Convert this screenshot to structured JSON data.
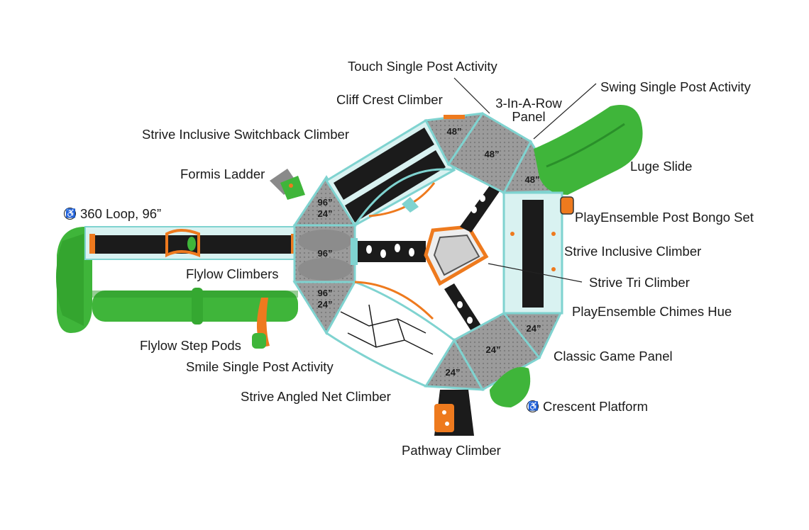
{
  "colors": {
    "green": "#3fb53a",
    "green_dark": "#2a8f2a",
    "orange": "#ee7a1e",
    "gray": "#9a9a9a",
    "gray_dark": "#6e6e6e",
    "black": "#1b1b1b",
    "cyan": "#7fd3d0",
    "leader": "#222222"
  },
  "labels": {
    "touch_single_post": "Touch Single Post Activity",
    "cliff_crest": "Cliff Crest Climber",
    "three_in_a_row_line1": "3-In-A-Row",
    "three_in_a_row_line2": "Panel",
    "swing_single_post": "Swing Single Post Activity",
    "strive_switchback": "Strive Inclusive Switchback Climber",
    "luge_slide": "Luge Slide",
    "formis_ladder": "Formis Ladder",
    "loop_360": "360 Loop, 96”",
    "playensemble_bongo": "PlayEnsemble Post Bongo Set",
    "strive_inclusive_climber": "Strive Inclusive Climber",
    "flylow_climbers": "Flylow Climbers",
    "strive_tri": "Strive Tri Climber",
    "playensemble_chimes": "PlayEnsemble Chimes Hue",
    "flylow_step_pods": "Flylow Step Pods",
    "classic_game": "Classic Game Panel",
    "smile_single_post": "Smile Single Post Activity",
    "strive_angled_net": "Strive Angled Net Climber",
    "crescent_platform": "Crescent Platform",
    "pathway_climber": "Pathway Climber"
  },
  "deck_heights": {
    "top_left_small": "48”",
    "top_center": "48”",
    "right_upper": "48”",
    "left_upper_line1": "96”",
    "left_upper_line2": "24”",
    "left_center": "96”",
    "left_lower_line1": "96”",
    "left_lower_line2": "24”",
    "right_lower": "24”",
    "bottom_center": "24”",
    "bottom_small": "24”"
  }
}
